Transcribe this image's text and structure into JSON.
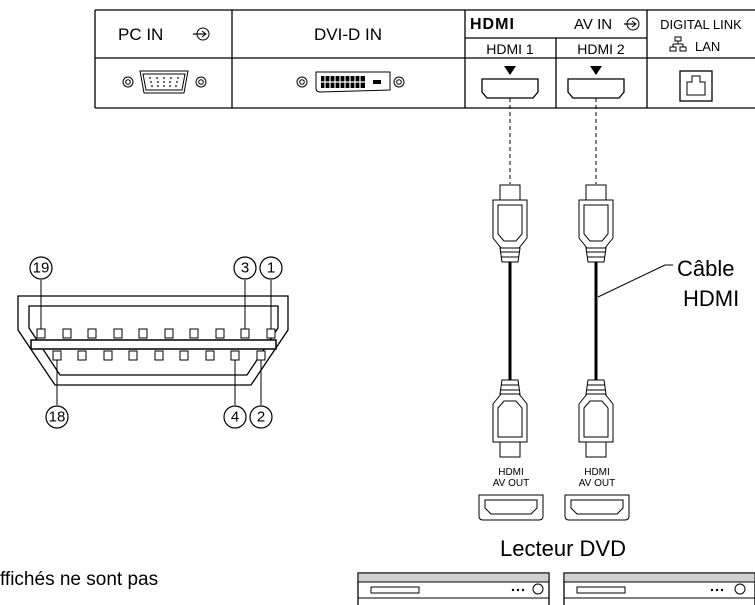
{
  "panel": {
    "pc_in": "PC IN",
    "dvi_in": "DVI-D IN",
    "hdmi_logo": "HDMI",
    "av_in": "AV IN",
    "hdmi1": "HDMI 1",
    "hdmi2": "HDMI 2",
    "digital_link": "DIGITAL LINK",
    "lan": "LAN"
  },
  "pin_numbers": {
    "p19": "19",
    "p3": "3",
    "p1": "1",
    "p18": "18",
    "p4": "4",
    "p2": "2"
  },
  "cable": {
    "label_line1": "Câble",
    "label_line2": "HDMI"
  },
  "device": {
    "port_label_line1": "HDMI",
    "port_label_line2": "AV OUT",
    "name": "Lecteur DVD"
  },
  "footnote": "ffichés ne sont pas"
}
